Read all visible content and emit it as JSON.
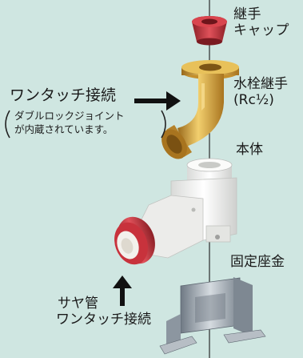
{
  "labels": {
    "cap": [
      "継手",
      "キャップ"
    ],
    "faucet_joint": [
      "水栓継手",
      "(Rc½)"
    ],
    "body": "本体",
    "base": "固定座金",
    "one_touch": "ワンタッチ接続",
    "one_touch_note": [
      "ダブルロックジョイント",
      "が内蔵されています。"
    ],
    "sleeve_pipe": [
      "サヤ管",
      "ワンタッチ接続"
    ]
  },
  "colors": {
    "background": "#cfe6e1",
    "cap_red": "#c8323c",
    "brass": "#d4a038",
    "body_white": "#f1f1ef",
    "steel": "#9aa3ad"
  }
}
